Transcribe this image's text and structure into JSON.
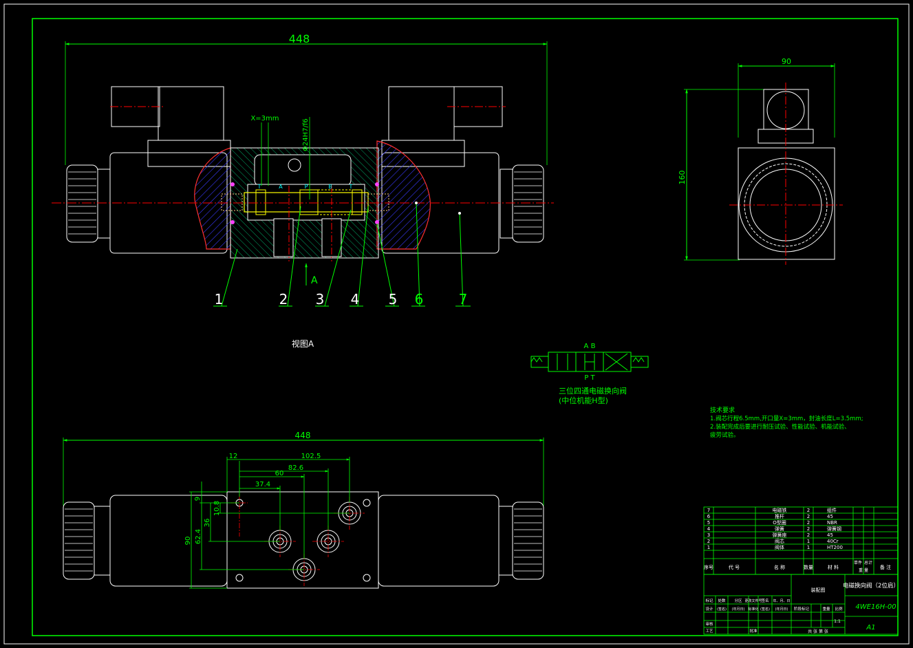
{
  "colors": {
    "background": "#000000",
    "line": "#ffffff",
    "dimension": "#00ff00",
    "centerline": "#ff0000",
    "hatch": "#4040ff",
    "body_hatch": "#00aa66",
    "spool": "#ffff00",
    "text_cyan": "#00ffff",
    "seal": "#ff40ff"
  },
  "front_view": {
    "overall_dim": "448",
    "stroke_dim": "X=3mm",
    "fit_dim": "Φ24H7/f6",
    "port_labels": [
      "T",
      "A",
      "P",
      "B",
      "T"
    ],
    "view_arrow": "A",
    "callouts": [
      "1",
      "2",
      "3",
      "4",
      "5",
      "6",
      "7"
    ]
  },
  "view_label": "视图A",
  "side_view": {
    "width_dim": "90",
    "height_dim": "160"
  },
  "bottom_view": {
    "overall_dim": "448",
    "h_dims": [
      "12",
      "102.5",
      "82.6",
      "60",
      "37.4"
    ],
    "v_dims": [
      "9",
      "10.8",
      "36",
      "62.4",
      "90"
    ]
  },
  "symbol": {
    "top_ports": "A B",
    "bottom_ports": "P T",
    "caption_line1": "三位四通电磁换向阀",
    "caption_line2": "(中位机能H型)"
  },
  "tech_req": {
    "title": "技术要求",
    "lines": [
      "1.阀芯行程6.5mm,开口量X=3mm，封油长度L=3.5mm;",
      "2.装配完成后要进行耐压试验、性能试验、机能试验、",
      "疲劳试验。"
    ]
  },
  "bom": {
    "rows": [
      {
        "no": "7",
        "name": "电磁铁",
        "qty": "2",
        "material": "组件"
      },
      {
        "no": "6",
        "name": "推杆",
        "qty": "2",
        "material": "45"
      },
      {
        "no": "5",
        "name": "O型圈",
        "qty": "2",
        "material": "NBR"
      },
      {
        "no": "4",
        "name": "弹簧",
        "qty": "2",
        "material": "弹簧钢"
      },
      {
        "no": "3",
        "name": "弹簧座",
        "qty": "2",
        "material": "45"
      },
      {
        "no": "2",
        "name": "阀芯",
        "qty": "1",
        "material": "40Cr"
      },
      {
        "no": "1",
        "name": "阀体",
        "qty": "1",
        "material": "HT200"
      }
    ],
    "header": {
      "no": "序号",
      "code": "代  号",
      "name": "名  称",
      "qty": "数量",
      "material": "材  料",
      "unit_weight": "单件",
      "total_weight": "总计",
      "weight": "重  量",
      "remark": "备  注"
    }
  },
  "title_block": {
    "drawing_type": "装配图",
    "title": "电磁换向阀（2位肩）",
    "drawing_no": "4WE16H-00",
    "scale": "1:1",
    "sheet_size": "A1",
    "sheet_info": "共  张  第  张",
    "rev_labels": [
      "标记",
      "处数",
      "分区",
      "更改文件号",
      "签名",
      "年、月、日"
    ],
    "role_design": "设计",
    "role_check": "审核",
    "role_process": "工艺",
    "signature_placeholder": "(签名)",
    "date_placeholder": "(年月日)",
    "std_label": "标准化",
    "stage_label": "阶段标记",
    "weight_label": "重量",
    "scale_label": "比例",
    "approve_label": "批准"
  }
}
